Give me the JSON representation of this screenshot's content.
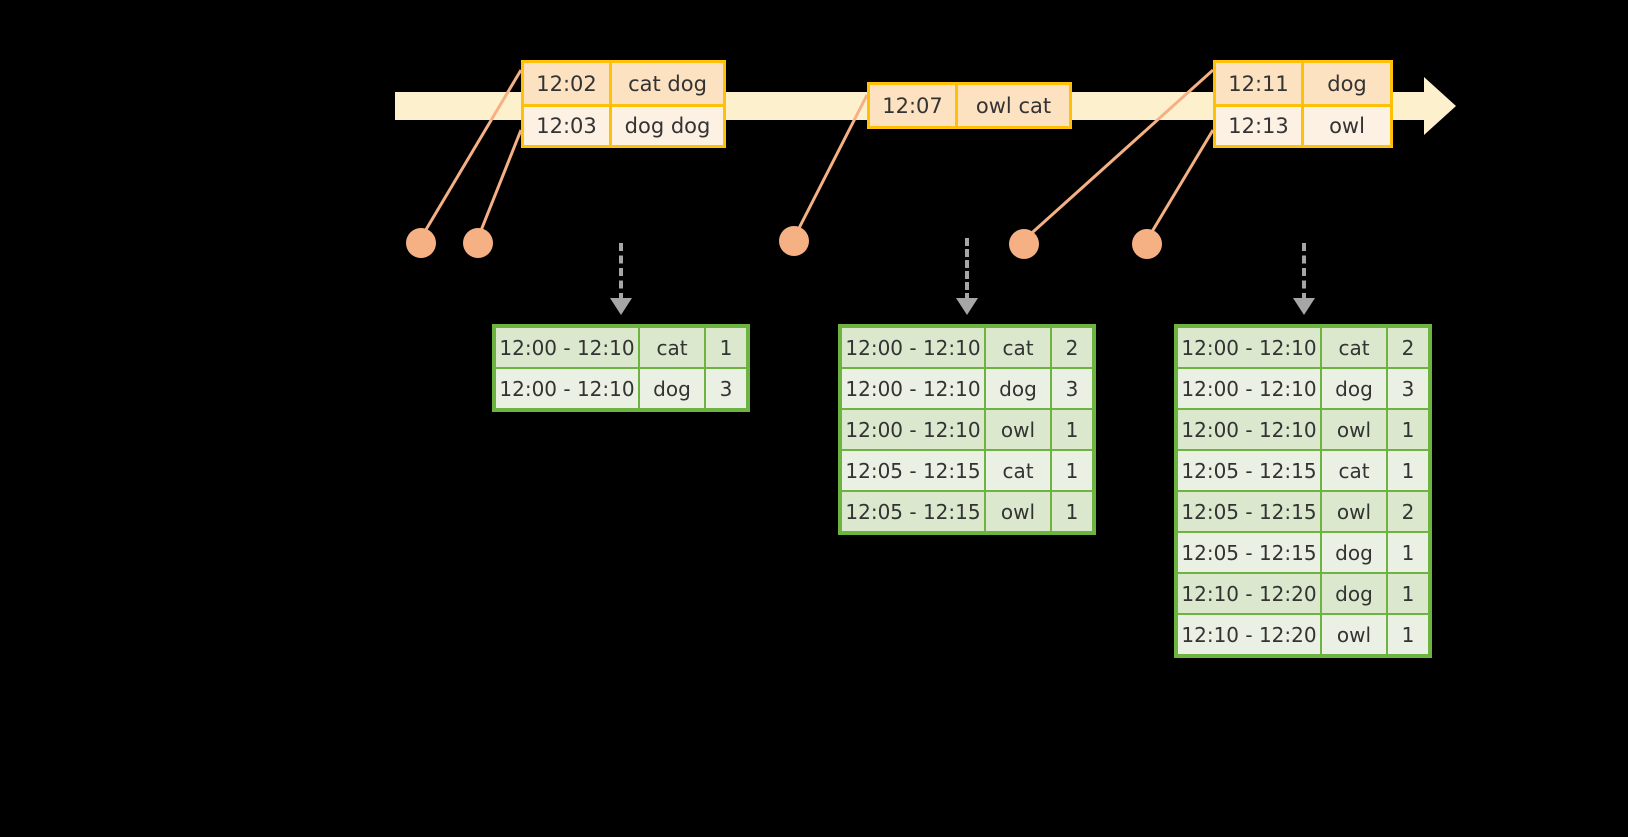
{
  "timeline": {
    "events": [
      {
        "id": "ev1",
        "rows": [
          {
            "time": "12:02",
            "text": "cat dog"
          },
          {
            "time": "12:03",
            "text": "dog dog"
          }
        ]
      },
      {
        "id": "ev2",
        "rows": [
          {
            "time": "12:07",
            "text": "owl cat"
          }
        ]
      },
      {
        "id": "ev3",
        "rows": [
          {
            "time": "12:11",
            "text": "dog"
          },
          {
            "time": "12:13",
            "text": "owl"
          }
        ]
      }
    ]
  },
  "tables": [
    {
      "id": "tbl1",
      "rows": [
        {
          "window": "12:00 - 12:10",
          "word": "cat",
          "count": "1"
        },
        {
          "window": "12:00 - 12:10",
          "word": "dog",
          "count": "3"
        }
      ]
    },
    {
      "id": "tbl2",
      "rows": [
        {
          "window": "12:00 - 12:10",
          "word": "cat",
          "count": "2"
        },
        {
          "window": "12:00 - 12:10",
          "word": "dog",
          "count": "3"
        },
        {
          "window": "12:00 - 12:10",
          "word": "owl",
          "count": "1"
        },
        {
          "window": "12:05 - 12:15",
          "word": "cat",
          "count": "1"
        },
        {
          "window": "12:05 - 12:15",
          "word": "owl",
          "count": "1"
        }
      ]
    },
    {
      "id": "tbl3",
      "rows": [
        {
          "window": "12:00 - 12:10",
          "word": "cat",
          "count": "2"
        },
        {
          "window": "12:00 - 12:10",
          "word": "dog",
          "count": "3"
        },
        {
          "window": "12:00 - 12:10",
          "word": "owl",
          "count": "1"
        },
        {
          "window": "12:05 - 12:15",
          "word": "cat",
          "count": "1"
        },
        {
          "window": "12:05 - 12:15",
          "word": "owl",
          "count": "2"
        },
        {
          "window": "12:05 - 12:15",
          "word": "dog",
          "count": "1"
        },
        {
          "window": "12:10 - 12:20",
          "word": "dog",
          "count": "1"
        },
        {
          "window": "12:10 - 12:20",
          "word": "owl",
          "count": "1"
        }
      ]
    }
  ],
  "colors": {
    "background": "#000000",
    "timeline_bar": "#fdf1cd",
    "event_border": "#ffc107",
    "event_fill_odd": "#fde2c2",
    "event_fill_even": "#fdf1e4",
    "leader_line": "#f5b183",
    "dot": "#f5b183",
    "table_border": "#6cb33f",
    "table_fill_odd": "#dbe8ce",
    "table_fill_even": "#eaf1e4",
    "dashed_arrow": "#a6a6a6"
  }
}
